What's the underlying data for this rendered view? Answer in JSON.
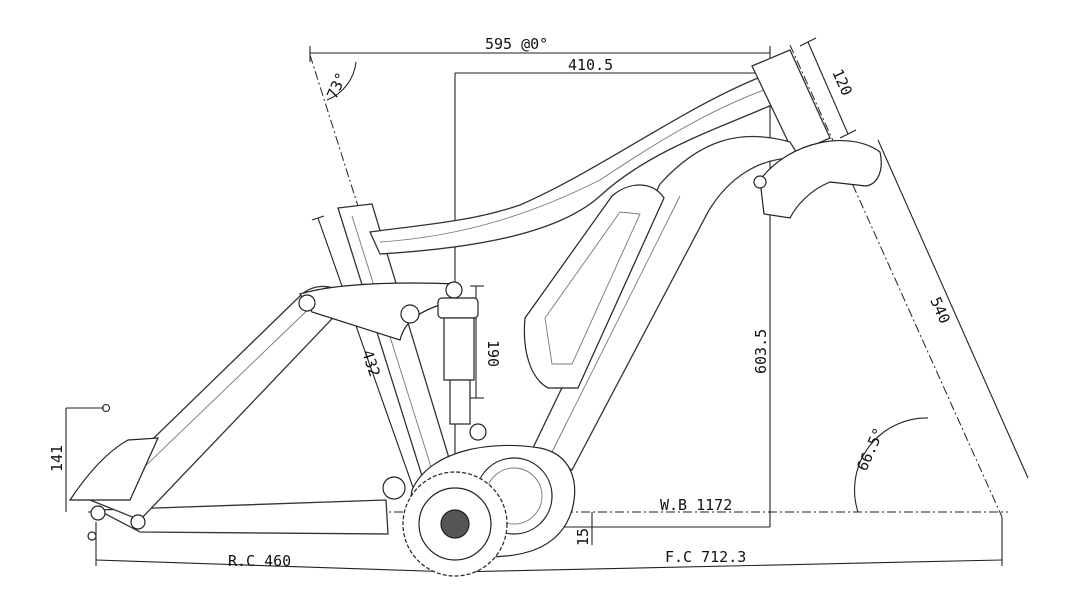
{
  "diagram": {
    "dimensions": {
      "reach_stack": "595 @0°",
      "top_offset": "410.5",
      "head_tube": "120",
      "seat_angle": "73°",
      "seat_tube": "432",
      "shock_stroke": "190",
      "stack": "603.5",
      "fork_length": "540",
      "head_angle": "66.5°",
      "rear_height": "141",
      "wheelbase": "W.B 1172",
      "bb_drop": "15",
      "rear_center": "R.C 460",
      "front_center": "F.C 712.3"
    }
  }
}
